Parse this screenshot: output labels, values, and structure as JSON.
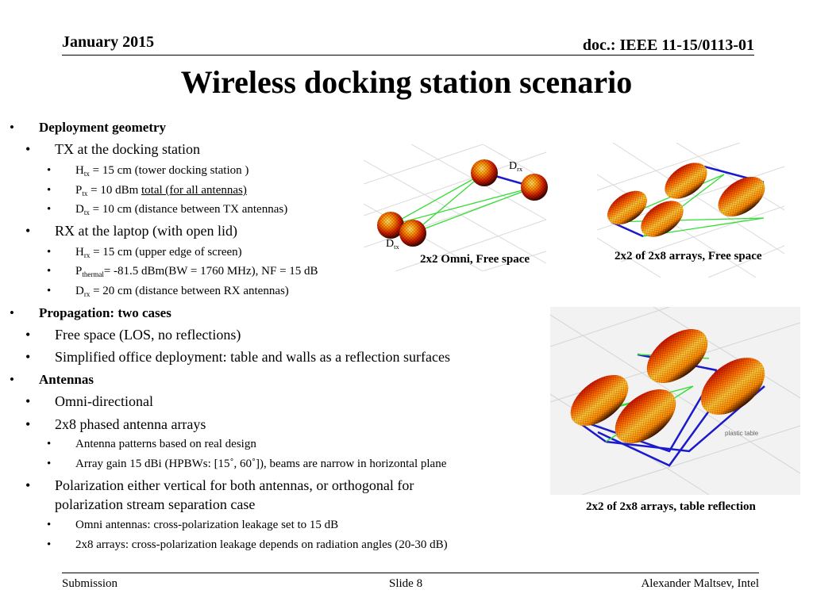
{
  "header": {
    "date": "January 2015",
    "doc": "doc.: IEEE 11-15/0113-01"
  },
  "title": "Wireless docking station scenario",
  "bullets": {
    "deployment": "Deployment geometry",
    "tx_heading": "TX at the docking station",
    "h_tx_sym": "H",
    "h_tx_sub": "tx",
    "h_tx_text": " = 15 cm (tower docking station )",
    "p_tx_sym": "P",
    "p_tx_sub": "tx",
    "p_tx_text_a": " = 10 dBm ",
    "p_tx_text_b": "total  (for all antennas)",
    "d_tx_sym": "D",
    "d_tx_sub": "tx",
    "d_tx_text": " = 10 cm (distance between TX antennas)",
    "rx_heading": "RX at the laptop (with open lid)",
    "h_rx_sym": "H",
    "h_rx_sub": "rx",
    "h_rx_text": " = 15 cm (upper edge of screen)",
    "p_thermal_sym": "P",
    "p_thermal_sub": "thermal",
    "p_thermal_text": "= -81.5 dBm(BW = 1760 MHz), NF = 15 dB",
    "d_rx_sym": "D",
    "d_rx_sub": "rx",
    "d_rx_text": "  = 20 cm (distance between RX antennas)",
    "propagation": "Propagation: two cases",
    "free_space": "Free space (LOS, no reflections)",
    "office": "Simplified office deployment: table and walls as a reflection surfaces",
    "antennas": "Antennas",
    "omni": "Omni-directional",
    "phased": "2x8 phased antenna arrays",
    "patterns": "Antenna patterns based on real design",
    "gain": "Array gain 15 dBi (HPBWs: [15˚, 60˚]), beams are narrow in horizontal plane",
    "polarization_1": "Polarization either vertical for both antennas, or orthogonal for",
    "polarization_2": "polarization stream separation case",
    "omni_xpol": "Omni antennas: cross-polarization leakage set to 15 dB",
    "array_xpol": "2x8 arrays: cross-polarization leakage depends on radiation angles (20-30 dB)",
    "marker_l1": "•",
    "marker_l2": "•",
    "marker_l3": "•"
  },
  "figures": {
    "omni": {
      "caption": "2x2 Omni, Free space",
      "label_drx_sym": "D",
      "label_drx_sub": "rx",
      "label_dtx_sym": "D",
      "label_dtx_sub": "tx"
    },
    "arrays": {
      "caption": "2x2 of 2x8 arrays, Free space"
    },
    "table": {
      "caption": "2x2 of 2x8 arrays, table reflection",
      "inset_label": "plastic table"
    }
  },
  "footer": {
    "left": "Submission",
    "center": "Slide 8",
    "right": "Alexander Maltsev, Intel"
  },
  "colors": {
    "link_green": "#33dd33",
    "link_blue": "#1a1acc",
    "grid": "#d6d6d6"
  }
}
